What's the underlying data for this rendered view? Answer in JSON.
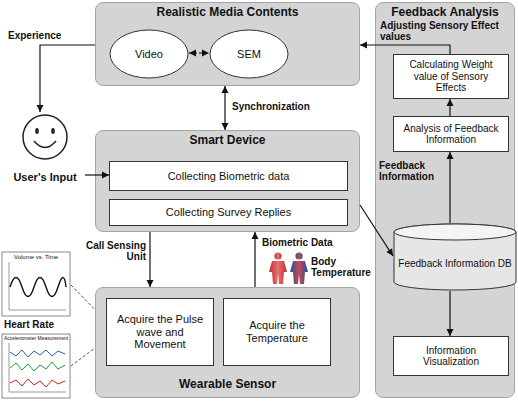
{
  "diagram": {
    "nodes": [
      {
        "text": [
          "Realistic Media Contents"
        ]
      },
      {
        "text": [
          "Video"
        ],
        "in": 0
      },
      {
        "text": [
          "SEM"
        ],
        "in": 0
      },
      {
        "text": [
          "Feedback Analysis"
        ]
      },
      {
        "text": [
          "Calculating Weight value of Sensory Effects"
        ],
        "in": 3
      },
      {
        "text": [
          "Analysis of Feedback Information"
        ],
        "in": 3
      },
      {
        "text": [
          "Feedback Information DB"
        ],
        "in": 3
      },
      {
        "text": [
          "Information Visualization"
        ],
        "in": 3
      },
      {
        "text": [
          "Smart Device"
        ]
      },
      {
        "text": [
          "Collecting Biometric data"
        ],
        "in": 8
      },
      {
        "text": [
          "Collecting Survey Replies"
        ],
        "in": 8
      },
      {
        "text": [
          "Wearable Sensor"
        ]
      },
      {
        "text": [
          "Acquire the Pulse wave and Movement"
        ],
        "in": 11
      },
      {
        "text": [
          "Acquire the Temperature"
        ],
        "in": 11
      },
      {
        "text": [
          "User's Input"
        ]
      }
    ],
    "edges": [
      {
        "from": 1,
        "to": 2,
        "arrow": "both"
      },
      {
        "from": 0,
        "to": 14,
        "label": "Experience",
        "arrow": "to"
      },
      {
        "from": 14,
        "to": 9,
        "arrow": "to"
      },
      {
        "from": 0,
        "to": 8,
        "label": "Synchronization",
        "arrow": "both"
      },
      {
        "from": 8,
        "to": 11,
        "label": "Call Sensing Unit",
        "arrow": "to"
      },
      {
        "from": 11,
        "to": 8,
        "label": "Biometric Data",
        "arrow": "to"
      },
      {
        "from": 8,
        "to": 6,
        "label": "Feedback Information",
        "arrow": "to"
      },
      {
        "from": 6,
        "to": 5,
        "arrow": "to"
      },
      {
        "from": 5,
        "to": 4,
        "arrow": "to"
      },
      {
        "from": 4,
        "to": 0,
        "label": "Adjusting Sensory Effect values",
        "arrow": "to"
      },
      {
        "from": 6,
        "to": 7,
        "arrow": "to"
      }
    ],
    "labels": [
      "Volume vs. Time",
      "Heart Rate",
      "Accelerometer Measurement",
      "Body Temperature"
    ]
  }
}
